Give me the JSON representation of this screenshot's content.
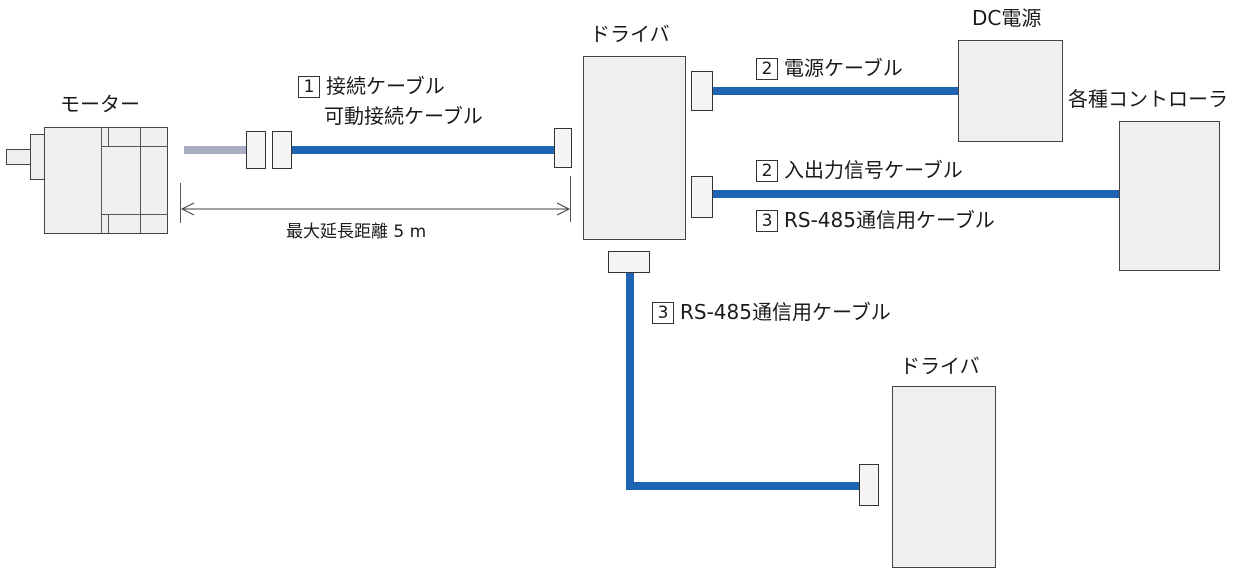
{
  "labels": {
    "motor": "モーター",
    "driver_top": "ドライバ",
    "driver_bottom": "ドライバ",
    "dc_power": "DC電源",
    "controllers": "各種コントローラ",
    "max_distance": "最大延長距離 5 m"
  },
  "cables": [
    {
      "num": "1",
      "text": "接続ケーブル"
    },
    {
      "num": "",
      "text": "可動接続ケーブル"
    },
    {
      "num": "2",
      "text": "電源ケーブル"
    },
    {
      "num": "2",
      "text": "入出力信号ケーブル"
    },
    {
      "num": "3",
      "text": "RS-485通信用ケーブル"
    },
    {
      "num": "3",
      "text": "RS-485通信用ケーブル"
    }
  ],
  "colors": {
    "cable": "#1f63b3",
    "motor_lead": "#a7aec3",
    "device_fill": "#efefef"
  }
}
